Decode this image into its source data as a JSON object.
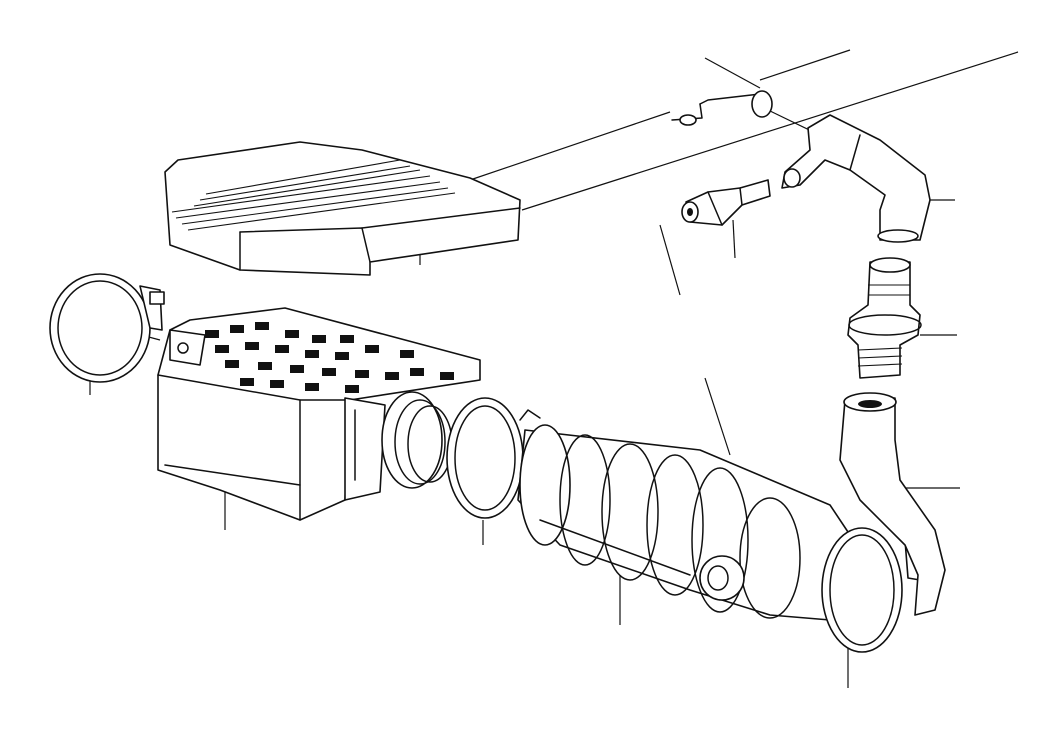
{
  "diagram": {
    "kind": "exploded parts illustration",
    "parts": [
      "intake-cover",
      "hose-clamp-left",
      "air-filter-housing",
      "rubber-boot-ring",
      "hose-clamp-middle",
      "intake-boot",
      "hose-clamp-right",
      "vent-valve",
      "breather-hose-elbow",
      "grommet",
      "breather-hose"
    ],
    "colors": {
      "line": "#111111",
      "background": "#ffffff"
    }
  }
}
